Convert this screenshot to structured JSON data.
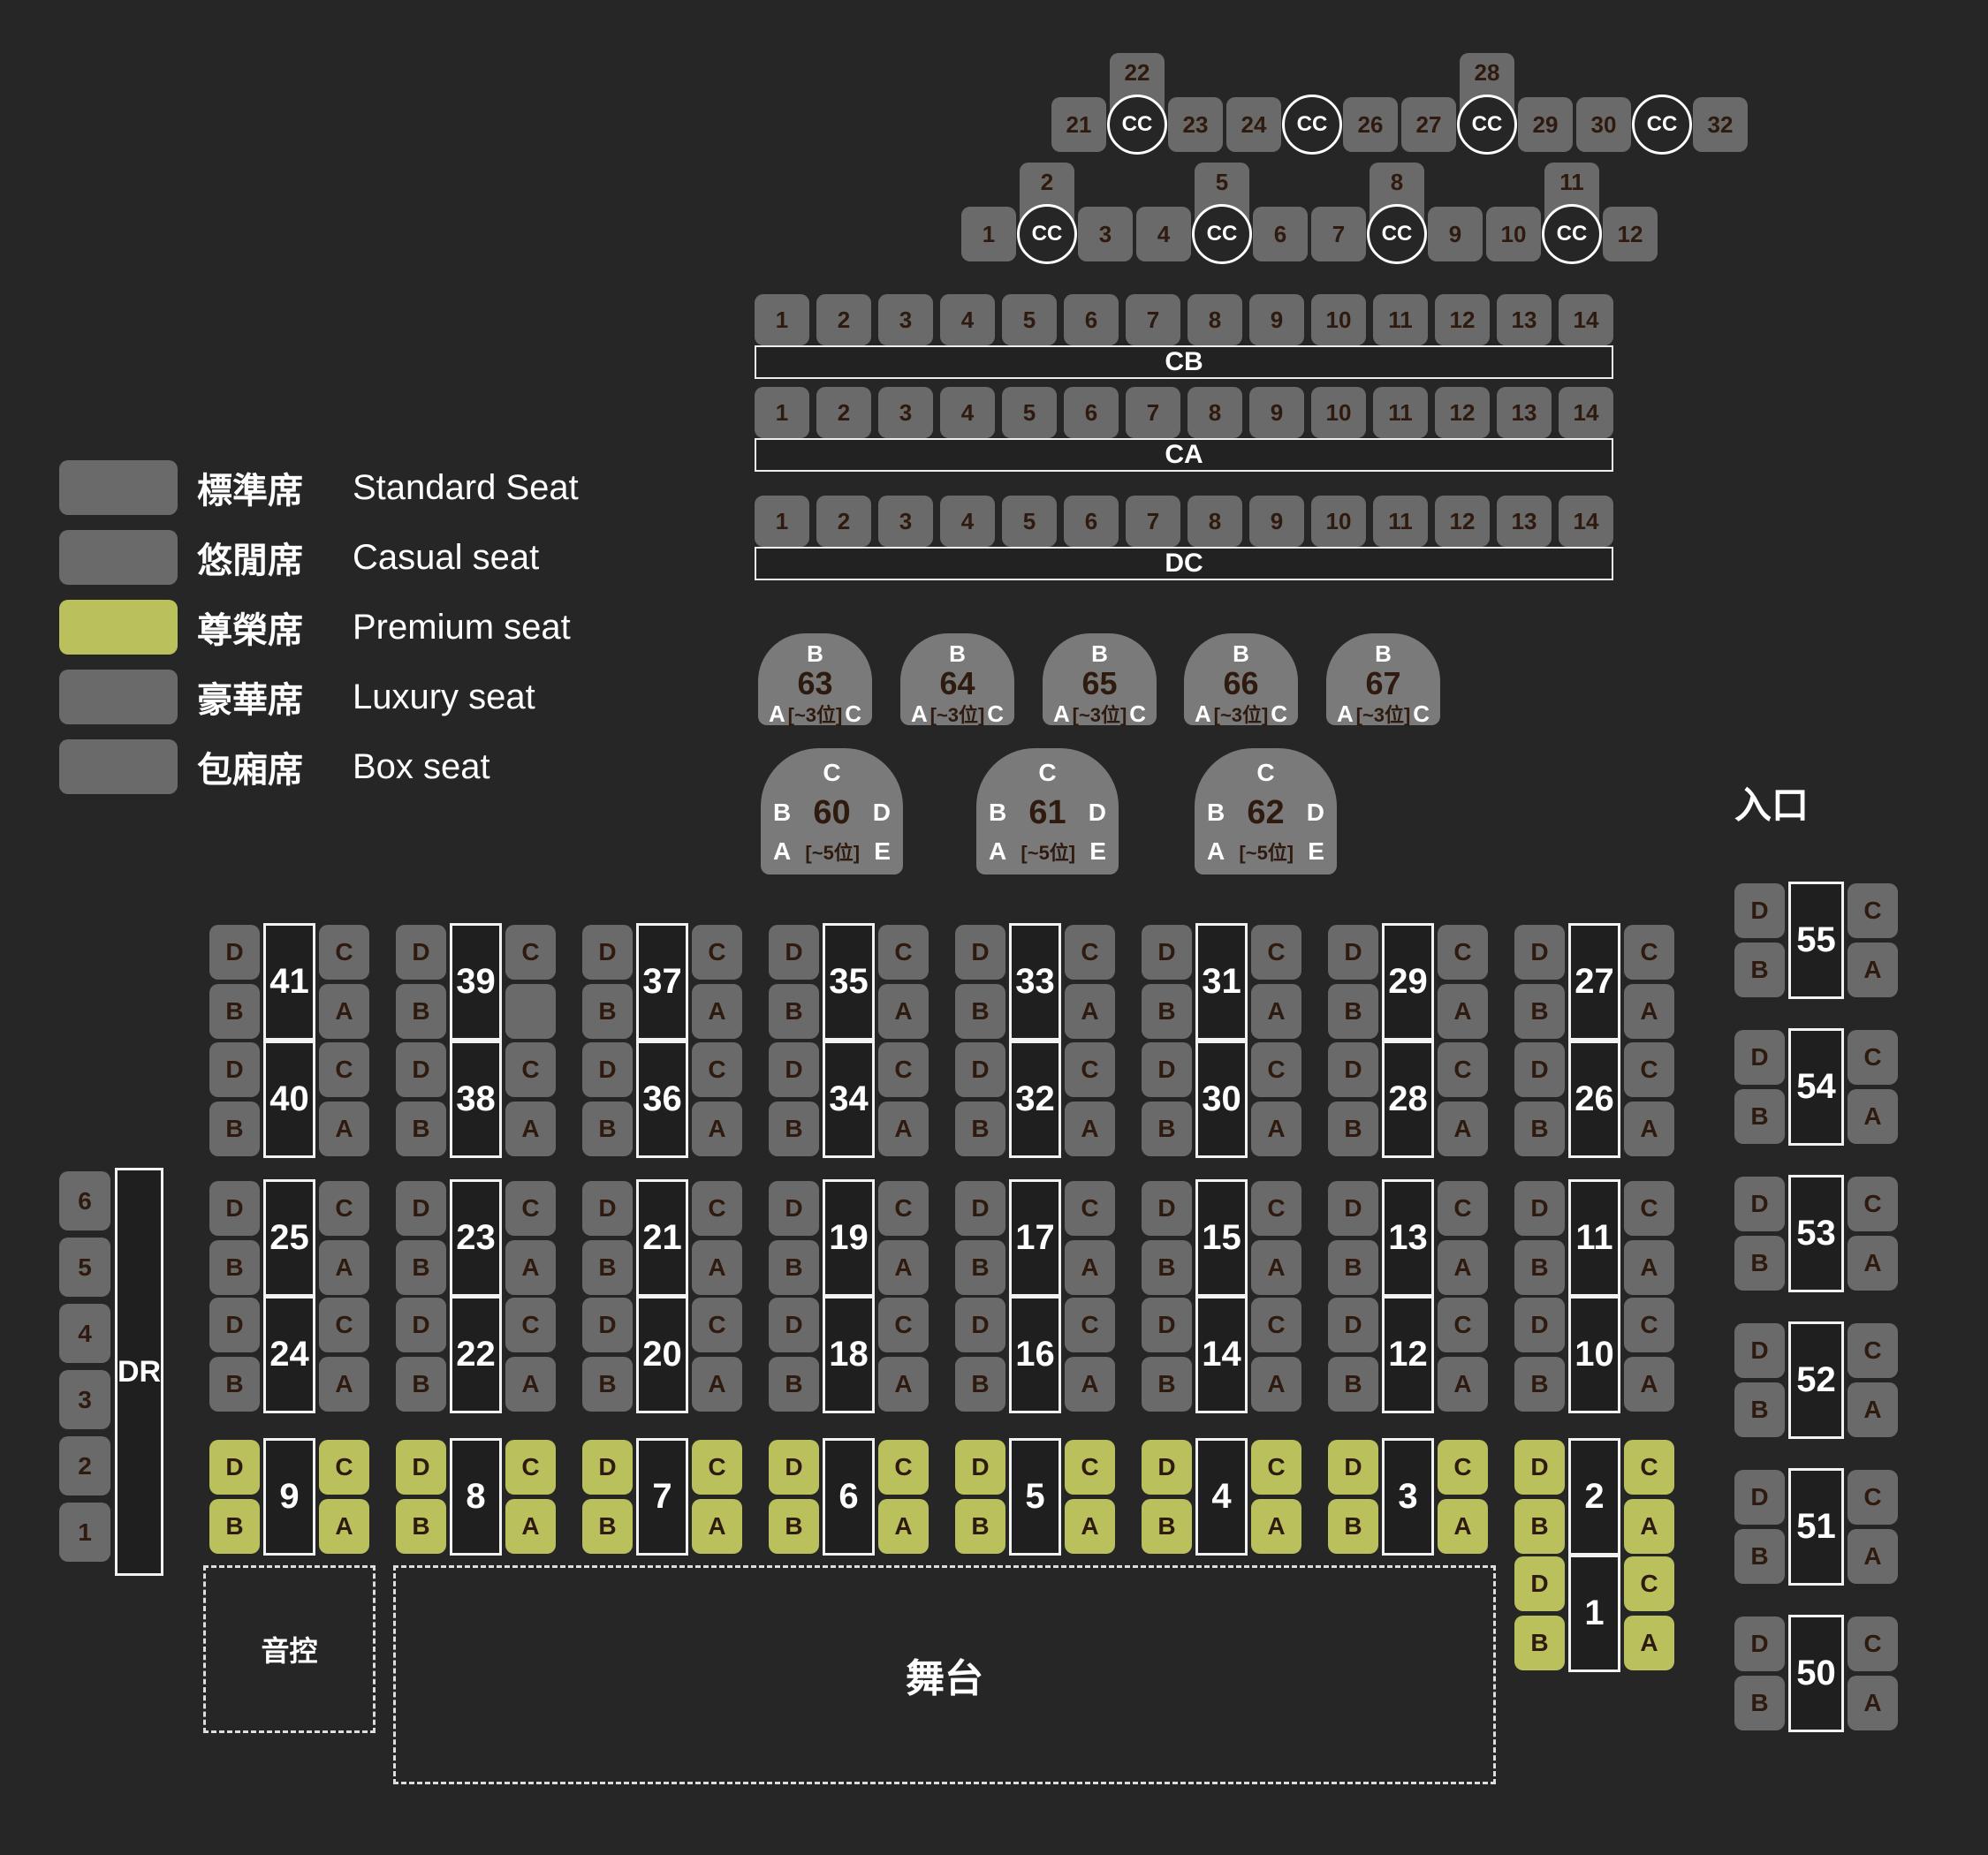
{
  "app": {
    "background": "#262626"
  },
  "colors": {
    "standard_seat": "#6a6a6a",
    "premium_seat": "#b9c05c",
    "arch_table_seat": "#7a7a7a",
    "table_fill": "#1f1f1f",
    "table_outline": "#f2f2f2",
    "seat_letter_text": "#2e1a0e",
    "light_text": "#ffffff"
  },
  "legend": {
    "items": [
      {
        "key": "standard",
        "color": "#6a6a6a",
        "zh": "標準席",
        "en": "Standard Seat"
      },
      {
        "key": "casual",
        "color": "#6a6a6a",
        "zh": "悠閒席",
        "en": "Casual seat"
      },
      {
        "key": "premium",
        "color": "#b9c05c",
        "zh": "尊榮席",
        "en": "Premium seat"
      },
      {
        "key": "luxury",
        "color": "#6a6a6a",
        "zh": "豪華席",
        "en": "Luxury seat"
      },
      {
        "key": "box",
        "color": "#6a6a6a",
        "zh": "包廂席",
        "en": "Box seat"
      }
    ]
  },
  "top_cluster": {
    "cc_label": "CC",
    "rows": [
      {
        "slots": [
          "21",
          "CC",
          "23",
          "24",
          "CC",
          "26",
          "27",
          "CC",
          "29",
          "30",
          "CC",
          "32"
        ],
        "tabs": [
          {
            "slot": 1,
            "label": "22"
          },
          {
            "slot": 7,
            "label": "28"
          }
        ]
      },
      {
        "slots": [
          "1",
          "CC",
          "3",
          "4",
          "CC",
          "6",
          "7",
          "CC",
          "9",
          "10",
          "CC",
          "12"
        ],
        "tabs": [
          {
            "slot": 1,
            "label": "2"
          },
          {
            "slot": 4,
            "label": "5"
          },
          {
            "slot": 7,
            "label": "8"
          },
          {
            "slot": 10,
            "label": "11"
          }
        ]
      }
    ]
  },
  "bench_rows": [
    {
      "label": "CB",
      "seats": [
        "1",
        "2",
        "3",
        "4",
        "5",
        "6",
        "7",
        "8",
        "9",
        "10",
        "11",
        "12",
        "13",
        "14"
      ]
    },
    {
      "label": "CA",
      "seats": [
        "1",
        "2",
        "3",
        "4",
        "5",
        "6",
        "7",
        "8",
        "9",
        "10",
        "11",
        "12",
        "13",
        "14"
      ]
    },
    {
      "label": "DC",
      "seats": [
        "1",
        "2",
        "3",
        "4",
        "5",
        "6",
        "7",
        "8",
        "9",
        "10",
        "11",
        "12",
        "13",
        "14"
      ]
    }
  ],
  "round_tables_small": {
    "top": "B",
    "bottom_left": "A",
    "note": "[~3位]",
    "bottom_right": "C",
    "items": [
      "63",
      "64",
      "65",
      "66",
      "67"
    ]
  },
  "round_tables_large": {
    "top": "C",
    "mid_left": "B",
    "mid_right": "D",
    "bottom_left": "A",
    "note": "[~5位]",
    "bottom_right": "E",
    "items": [
      "60",
      "61",
      "62"
    ]
  },
  "entrance_label": "入口",
  "right_boxes": {
    "letters": {
      "tl": "D",
      "bl": "B",
      "tr": "C",
      "br": "A"
    },
    "items": [
      "55",
      "54",
      "53",
      "52",
      "51",
      "50"
    ]
  },
  "grid": {
    "letters": {
      "tl": "D",
      "bl": "B",
      "tr": "C",
      "br": "A"
    },
    "rows": [
      {
        "type": "standard",
        "tables": [
          {
            "col": 0,
            "num": "41"
          },
          {
            "col": 1,
            "num": "39",
            "br": ""
          },
          {
            "col": 2,
            "num": "37"
          },
          {
            "col": 3,
            "num": "35"
          },
          {
            "col": 4,
            "num": "33"
          },
          {
            "col": 5,
            "num": "31"
          },
          {
            "col": 6,
            "num": "29"
          },
          {
            "col": 7,
            "num": "27"
          }
        ]
      },
      {
        "type": "standard",
        "tables": [
          {
            "col": 0,
            "num": "40"
          },
          {
            "col": 1,
            "num": "38"
          },
          {
            "col": 2,
            "num": "36"
          },
          {
            "col": 3,
            "num": "34"
          },
          {
            "col": 4,
            "num": "32"
          },
          {
            "col": 5,
            "num": "30"
          },
          {
            "col": 6,
            "num": "28"
          },
          {
            "col": 7,
            "num": "26"
          }
        ]
      },
      {
        "type": "standard",
        "tables": [
          {
            "col": 0,
            "num": "25"
          },
          {
            "col": 1,
            "num": "23"
          },
          {
            "col": 2,
            "num": "21"
          },
          {
            "col": 3,
            "num": "19"
          },
          {
            "col": 4,
            "num": "17"
          },
          {
            "col": 5,
            "num": "15"
          },
          {
            "col": 6,
            "num": "13"
          },
          {
            "col": 7,
            "num": "11"
          }
        ]
      },
      {
        "type": "standard",
        "tables": [
          {
            "col": 0,
            "num": "24"
          },
          {
            "col": 1,
            "num": "22"
          },
          {
            "col": 2,
            "num": "20"
          },
          {
            "col": 3,
            "num": "18"
          },
          {
            "col": 4,
            "num": "16"
          },
          {
            "col": 5,
            "num": "14"
          },
          {
            "col": 6,
            "num": "12"
          },
          {
            "col": 7,
            "num": "10"
          }
        ]
      },
      {
        "type": "premium",
        "tables": [
          {
            "col": 0,
            "num": "9"
          },
          {
            "col": 1,
            "num": "8"
          },
          {
            "col": 2,
            "num": "7"
          },
          {
            "col": 3,
            "num": "6"
          },
          {
            "col": 4,
            "num": "5"
          },
          {
            "col": 5,
            "num": "4"
          },
          {
            "col": 6,
            "num": "3"
          },
          {
            "col": 7,
            "num": "2"
          }
        ]
      },
      {
        "type": "premium",
        "tables": [
          {
            "col": 7,
            "num": "1"
          }
        ]
      }
    ]
  },
  "dr": {
    "label": "DR",
    "seats": [
      "6",
      "5",
      "4",
      "3",
      "2",
      "1"
    ]
  },
  "areas": {
    "sound_control": "音控",
    "stage": "舞台"
  }
}
